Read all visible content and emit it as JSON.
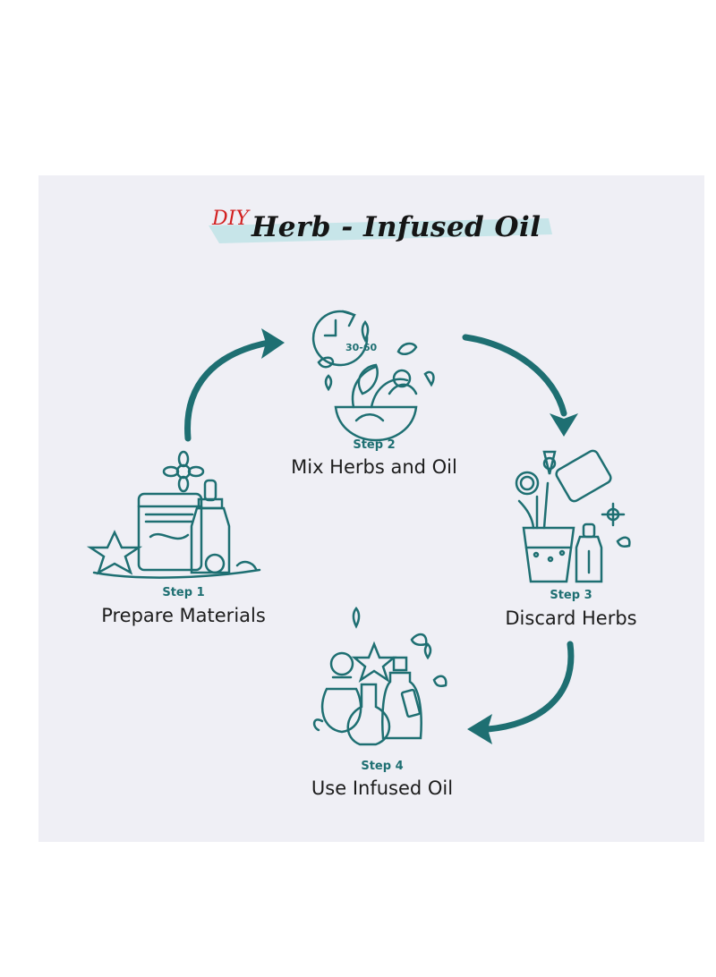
{
  "title": {
    "prefix": "DIY",
    "main": "Herb - Infused Oil"
  },
  "steps": [
    {
      "label": "Step 1",
      "title": "Prepare Materials"
    },
    {
      "label": "Step 2",
      "title": "Mix Herbs and Oil",
      "timer": "30-60"
    },
    {
      "label": "Step 3",
      "title": "Discard Herbs"
    },
    {
      "label": "Step 4",
      "title": "Use Infused Oil"
    }
  ],
  "colors": {
    "accent": "#1e6f72",
    "panel": "#efeff5",
    "highlight": "#bfe3e6",
    "title_prefix": "#d21f1f"
  }
}
